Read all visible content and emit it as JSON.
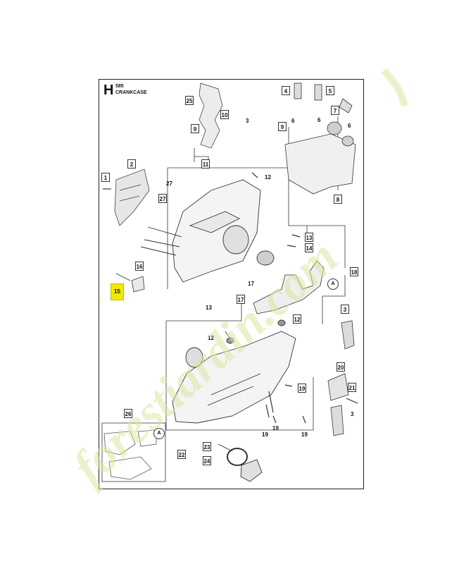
{
  "header": {
    "section_letter": "H",
    "model_no": "585",
    "section_name": "CRANKCASE"
  },
  "callouts": [
    {
      "id": "c1",
      "label": "1"
    },
    {
      "id": "c2",
      "label": "2"
    },
    {
      "id": "c25",
      "label": "25"
    },
    {
      "id": "c9a",
      "label": "9"
    },
    {
      "id": "c10",
      "label": "10"
    },
    {
      "id": "c11",
      "label": "11"
    },
    {
      "id": "c27box",
      "label": "27"
    },
    {
      "id": "c4",
      "label": "4"
    },
    {
      "id": "c5",
      "label": "5"
    },
    {
      "id": "c7",
      "label": "7"
    },
    {
      "id": "c9b",
      "label": "9"
    },
    {
      "id": "c8",
      "label": "8"
    },
    {
      "id": "c13",
      "label": "13"
    },
    {
      "id": "c14",
      "label": "14"
    },
    {
      "id": "c16",
      "label": "16"
    },
    {
      "id": "c17b",
      "label": "17"
    },
    {
      "id": "c18",
      "label": "18"
    },
    {
      "id": "c3r",
      "label": "3"
    },
    {
      "id": "c12b",
      "label": "12"
    },
    {
      "id": "c20",
      "label": "20"
    },
    {
      "id": "c19b",
      "label": "19"
    },
    {
      "id": "c21",
      "label": "21"
    },
    {
      "id": "c26",
      "label": "26"
    },
    {
      "id": "c22",
      "label": "22"
    },
    {
      "id": "c23",
      "label": "23"
    },
    {
      "id": "c24",
      "label": "24"
    }
  ],
  "plain_labels": [
    {
      "id": "p3",
      "label": "3"
    },
    {
      "id": "p6a",
      "label": "6"
    },
    {
      "id": "p6b",
      "label": "6"
    },
    {
      "id": "p6c",
      "label": "6"
    },
    {
      "id": "p27",
      "label": "27"
    },
    {
      "id": "p12a",
      "label": "12"
    },
    {
      "id": "p13",
      "label": "13"
    },
    {
      "id": "p17",
      "label": "17"
    },
    {
      "id": "p12c",
      "label": "12"
    },
    {
      "id": "p3b",
      "label": "3"
    },
    {
      "id": "p19a",
      "label": "19"
    },
    {
      "id": "p19b",
      "label": "19"
    },
    {
      "id": "p19c",
      "label": "19"
    }
  ],
  "circle_labels": [
    {
      "id": "A1",
      "label": "A"
    },
    {
      "id": "A2",
      "label": "A"
    }
  ],
  "highlighted_part": "15",
  "watermark": {
    "text": "forestiardin.com",
    "color": "#d8e8a0"
  }
}
